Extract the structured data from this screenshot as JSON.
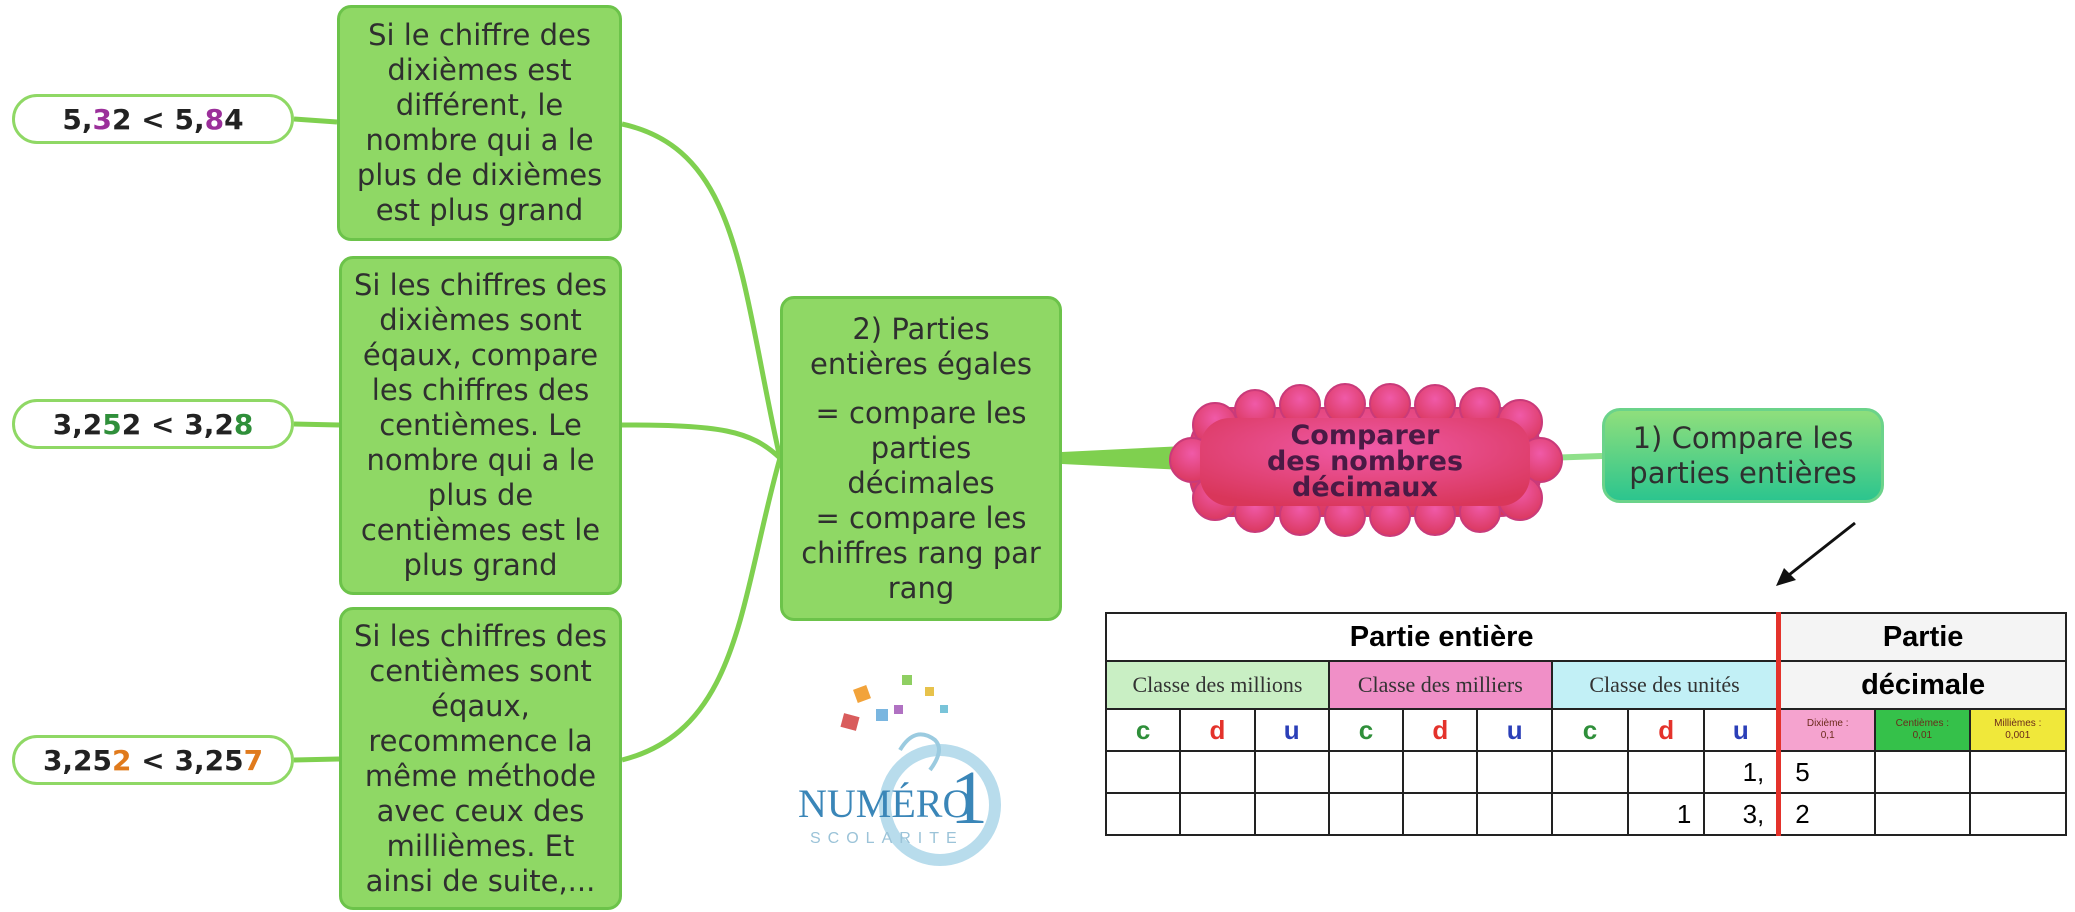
{
  "colors": {
    "node_fill": "#8fd865",
    "central_fill": "#e0448f",
    "tenths_highlight": "#9b2f9a",
    "hundredths_highlight": "#2f8f3a",
    "thousandths_highlight": "#e07a1c",
    "table_divider": "#e4322b"
  },
  "central": {
    "label": "Comparer\ndes nombres\ndécimaux"
  },
  "branch_right": {
    "label": "1) Compare les\nparties entières"
  },
  "branch_left": {
    "title": "2) Parties\nentières égales",
    "body": "= compare les\nparties\ndécimales\n= compare les\nchiffres rang par\nrang"
  },
  "rules": [
    {
      "text": "Si le chiffre des\ndixièmes est\ndifférent, le\nnombre qui a le\nplus de dixièmes\nest plus grand",
      "example": [
        {
          "t": "5,",
          "c": "plain"
        },
        {
          "t": "3",
          "c": "tenths"
        },
        {
          "t": "2 < 5,",
          "c": "plain"
        },
        {
          "t": "8",
          "c": "tenths"
        },
        {
          "t": "4",
          "c": "plain"
        }
      ]
    },
    {
      "text": "Si les chiffres des\ndixièmes sont\néqaux,  compare\nles chiffres des\ncentièmes. Le\nnombre qui a le\nplus de\ncentièmes est le\nplus grand",
      "example": [
        {
          "t": "3,2",
          "c": "plain"
        },
        {
          "t": "5",
          "c": "hundredths"
        },
        {
          "t": "2 < 3,2",
          "c": "plain"
        },
        {
          "t": "8",
          "c": "hundredths"
        }
      ]
    },
    {
      "text": "Si les chiffres des\ncentièmes sont\néqaux,\nrecommence la\nmême  méthode\navec ceux des\nmillièmes. Et\nainsi de suite,...",
      "example": [
        {
          "t": "3,25",
          "c": "plain"
        },
        {
          "t": "2",
          "c": "thousandths"
        },
        {
          "t": " < 3,25",
          "c": "plain"
        },
        {
          "t": "7",
          "c": "thousandths"
        }
      ]
    }
  ],
  "table": {
    "integer_part": "Partie entière",
    "decimal_part_1": "Partie",
    "decimal_part_2": "décimale",
    "classes": [
      "Classe des millions",
      "Classe des milliers",
      "Classe des unités"
    ],
    "positions": [
      "c",
      "d",
      "u",
      "c",
      "d",
      "u",
      "c",
      "d",
      "u"
    ],
    "decimal_headers": [
      {
        "name": "Dixième :",
        "value": "0,1"
      },
      {
        "name": "Centièmes :",
        "value": "0,01"
      },
      {
        "name": "Millièmes :",
        "value": "0,001"
      }
    ],
    "rows": [
      [
        "",
        "",
        "",
        "",
        "",
        "",
        "",
        "",
        "1,",
        "5",
        "",
        ""
      ],
      [
        "",
        "",
        "",
        "",
        "",
        "",
        "",
        "1",
        "3,",
        "2",
        "",
        ""
      ]
    ]
  },
  "logo": {
    "word": "NUMÉRO",
    "digit": "1",
    "tagline": "SCOLARITE"
  }
}
